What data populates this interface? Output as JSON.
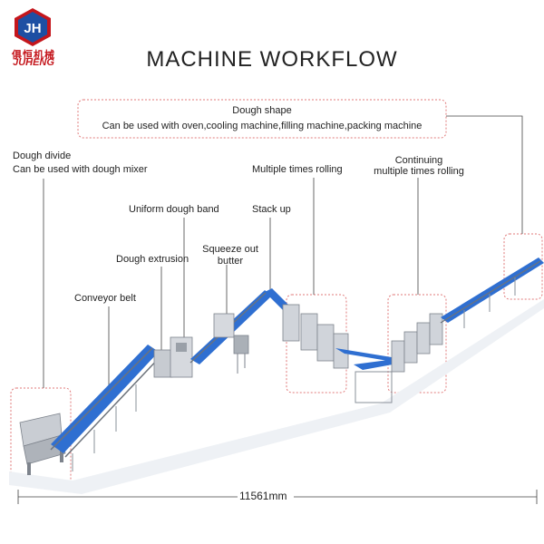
{
  "brand": {
    "name_cn": "俱恒机械",
    "name_en": "JUHENG",
    "logo_letters": "JH",
    "color": "#c4161c"
  },
  "title": "MACHINE WORKFLOW",
  "labels": {
    "dough_shape_title": "Dough shape",
    "dough_shape_desc": "Can be used with oven,cooling machine,filling machine,packing machine",
    "dough_divide_title": "Dough divide",
    "dough_divide_desc": "Can be used with dough mixer",
    "conveyor_belt": "Conveyor belt",
    "dough_extrusion": "Dough extrusion",
    "uniform_dough_band": "Uniform dough band",
    "squeeze_line1": "Squeeze out",
    "squeeze_line2": "butter",
    "stack_up": "Stack up",
    "multiple_rolling": "Multiple times rolling",
    "continuing_line1": "Continuing",
    "continuing_line2": "multiple times rolling"
  },
  "dimension": "11561mm",
  "colors": {
    "belt": "#2f6fd1",
    "frame": "#8a9099",
    "callout": "#e07a7a"
  }
}
